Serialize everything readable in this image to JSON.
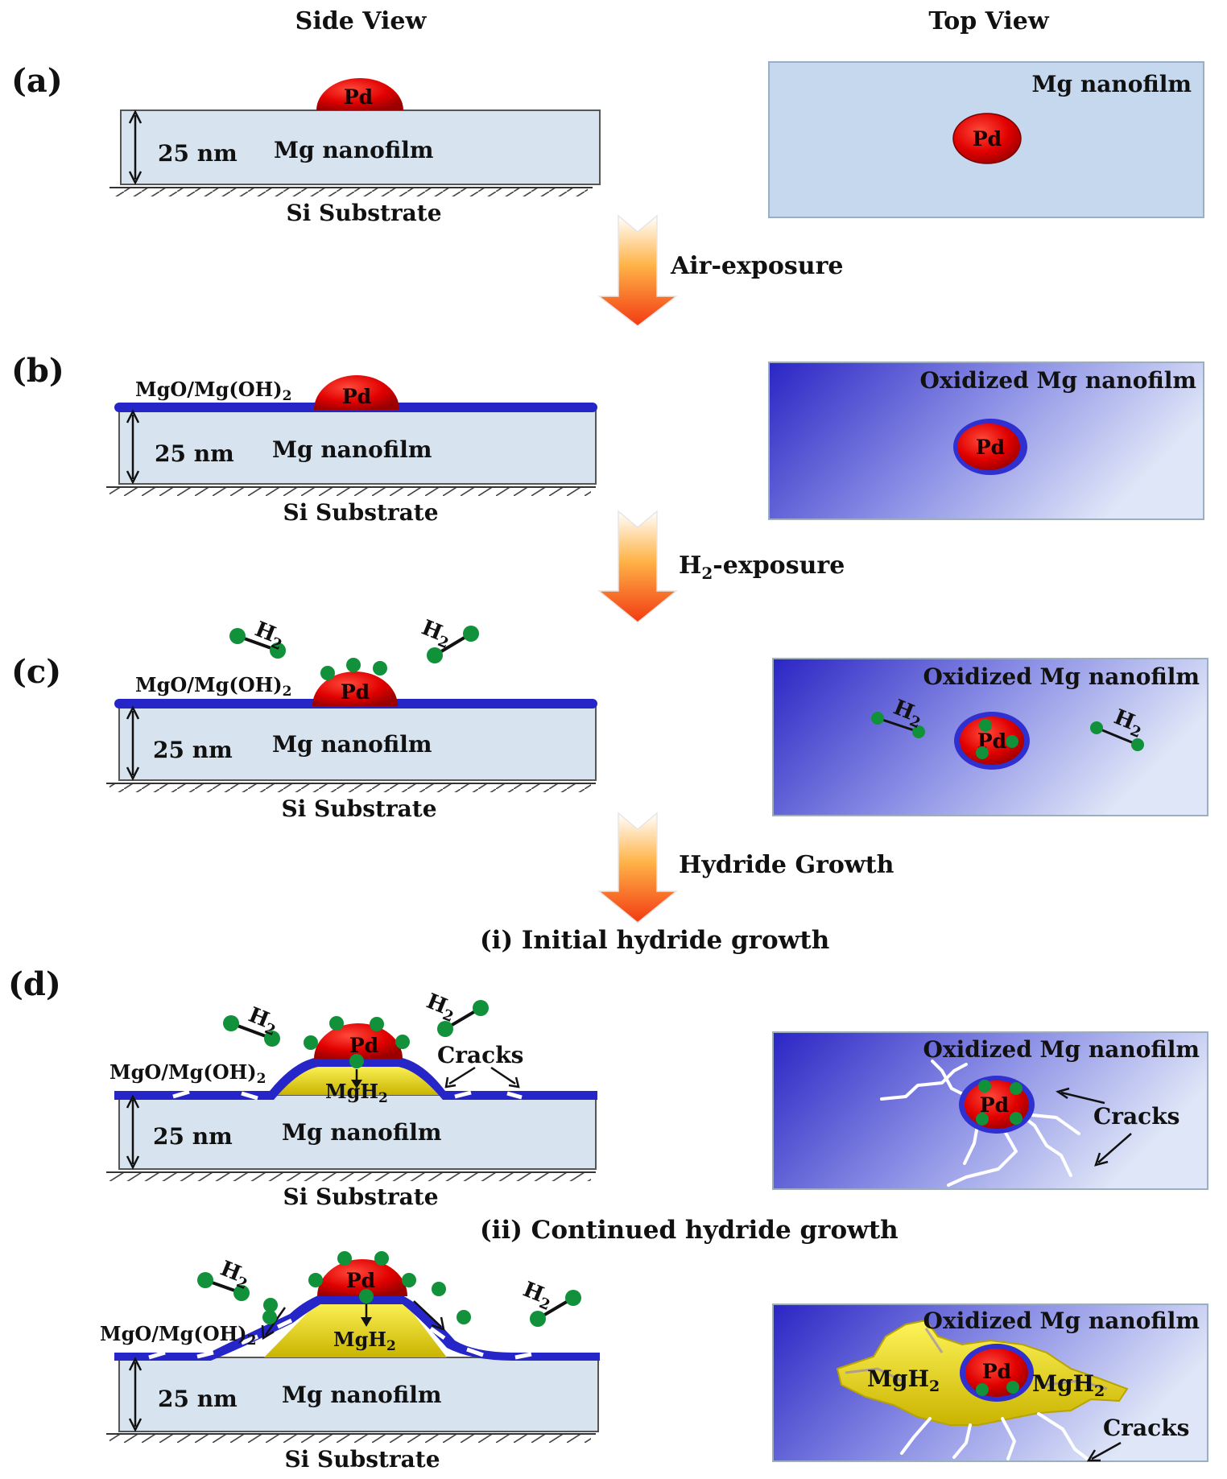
{
  "headers": {
    "side": "Side View",
    "top": "Top View"
  },
  "panels": {
    "a": "(a)",
    "b": "(b)",
    "c": "(c)",
    "d": "(d)"
  },
  "labels": {
    "thickness": "25 nm",
    "mg_film": "Mg nanofilm",
    "substrate": "Si Substrate",
    "pd": "Pd",
    "oxide": "MgO/Mg(OH)",
    "oxide_sub": "2",
    "h": "H",
    "h_sub": "2",
    "mgh": "MgH",
    "mgh_sub": "2",
    "cracks": "Cracks",
    "top_a": "Mg nanofilm",
    "top_oxidized": "Oxidized Mg nanofilm",
    "top_oxidized_c": "Oxidized Mg  nanofilm"
  },
  "arrows": {
    "air": "Air-exposure",
    "h2_prefix": "H",
    "h2_sub": "2",
    "h2_suffix": "-exposure",
    "hydride": "Hydride Growth"
  },
  "stages": {
    "initial": "(i) Initial hydride growth",
    "continued": "(ii) Continued hydride growth"
  },
  "colors": {
    "film": "#d7e3ef",
    "oxide": "#2626c8",
    "pd": "#e00000",
    "hydride": "#fff200",
    "h_atom": "#10913a",
    "top_light": "#c5d8ee"
  }
}
